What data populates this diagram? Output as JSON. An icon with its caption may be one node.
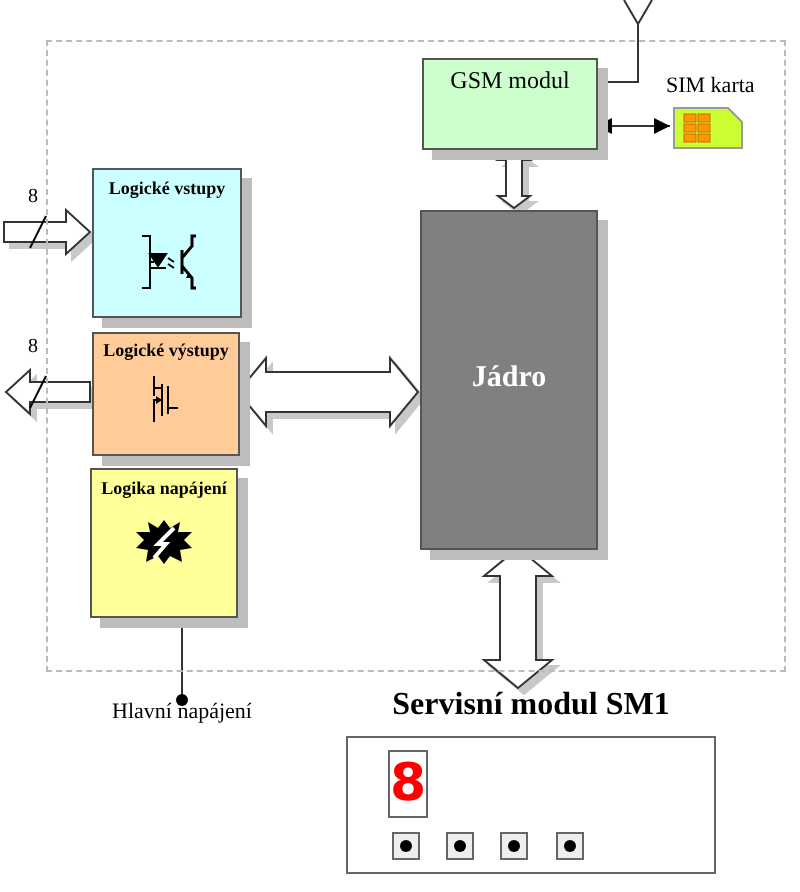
{
  "diagram": {
    "nodes": [
      {
        "text": [],
        "shape": "box"
      },
      {
        "text": [
          "GSM modul"
        ],
        "in": 0
      },
      {
        "text": [
          "Logické vstupy"
        ],
        "in": 0
      },
      {
        "text": [
          "Logické výstupy"
        ],
        "in": 0
      },
      {
        "text": [
          "Logika napájení"
        ],
        "in": 0
      },
      {
        "text": [
          "Jádro"
        ],
        "in": 0
      },
      {
        "text": [],
        "shape": "card",
        "beside": [
          "SIM karta"
        ],
        "in": 0
      },
      {
        "text": [
          "Servisní modul SM1"
        ]
      },
      {
        "text": [
          "Hlavní napájení"
        ]
      },
      {
        "text": [],
        "shape": "antenna"
      }
    ],
    "edges": [
      {
        "from": null,
        "to": 2,
        "arrow": "to",
        "label": "8",
        "style": "thick"
      },
      {
        "from": 3,
        "to": null,
        "arrow": "to",
        "label": "8",
        "style": "thick"
      },
      {
        "from": 1,
        "to": 9,
        "arrow": "none"
      },
      {
        "from": 1,
        "to": 6,
        "arrow": "both"
      },
      {
        "from": 1,
        "to": 5,
        "arrow": "both",
        "style": "thick"
      },
      {
        "from": 3,
        "to": 5,
        "arrow": "both",
        "style": "thick"
      },
      {
        "from": 5,
        "to": 7,
        "arrow": "both",
        "style": "thick"
      },
      {
        "from": 4,
        "to": 8,
        "arrow": "other"
      }
    ],
    "labels": [
      "8"
    ]
  }
}
